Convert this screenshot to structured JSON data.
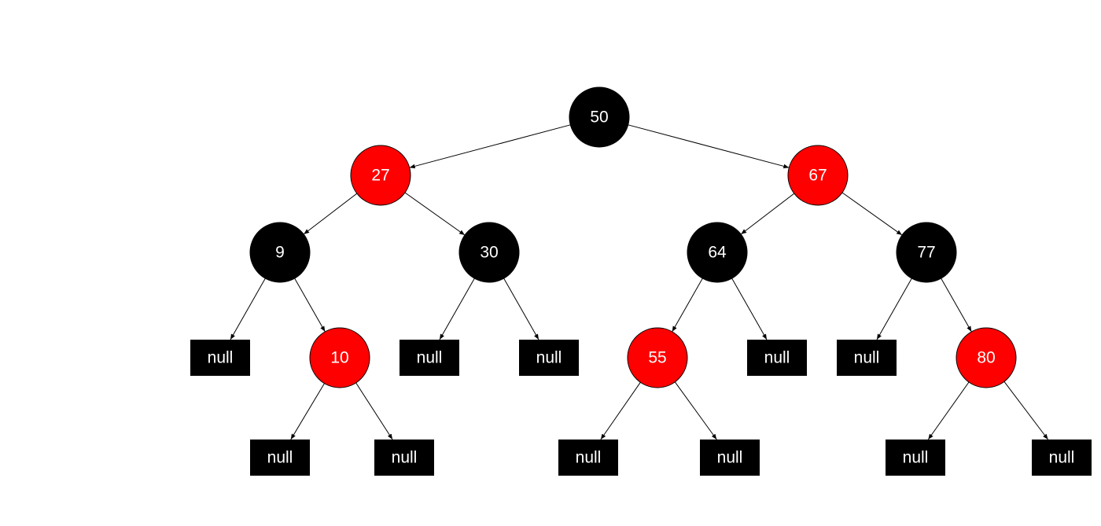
{
  "colors": {
    "red": "#ff0000",
    "black": "#000000",
    "label": "#ffffff",
    "edge": "#000000"
  },
  "tree": {
    "nodes": [
      {
        "id": "n50",
        "label": "50",
        "kind": "circle",
        "color": "black"
      },
      {
        "id": "n27",
        "label": "27",
        "kind": "circle",
        "color": "red"
      },
      {
        "id": "n67",
        "label": "67",
        "kind": "circle",
        "color": "red"
      },
      {
        "id": "n9",
        "label": "9",
        "kind": "circle",
        "color": "black"
      },
      {
        "id": "n30",
        "label": "30",
        "kind": "circle",
        "color": "black"
      },
      {
        "id": "n64",
        "label": "64",
        "kind": "circle",
        "color": "black"
      },
      {
        "id": "n77",
        "label": "77",
        "kind": "circle",
        "color": "black"
      },
      {
        "id": "null-9-left",
        "label": "null",
        "kind": "leaf",
        "color": "black"
      },
      {
        "id": "n10",
        "label": "10",
        "kind": "circle",
        "color": "red"
      },
      {
        "id": "null-30-left",
        "label": "null",
        "kind": "leaf",
        "color": "black"
      },
      {
        "id": "null-30-right",
        "label": "null",
        "kind": "leaf",
        "color": "black"
      },
      {
        "id": "n55",
        "label": "55",
        "kind": "circle",
        "color": "red"
      },
      {
        "id": "null-64-right",
        "label": "null",
        "kind": "leaf",
        "color": "black"
      },
      {
        "id": "null-77-left",
        "label": "null",
        "kind": "leaf",
        "color": "black"
      },
      {
        "id": "n80",
        "label": "80",
        "kind": "circle",
        "color": "red"
      },
      {
        "id": "null-10-left",
        "label": "null",
        "kind": "leaf",
        "color": "black"
      },
      {
        "id": "null-10-right",
        "label": "null",
        "kind": "leaf",
        "color": "black"
      },
      {
        "id": "null-55-left",
        "label": "null",
        "kind": "leaf",
        "color": "black"
      },
      {
        "id": "null-55-right",
        "label": "null",
        "kind": "leaf",
        "color": "black"
      },
      {
        "id": "null-80-left",
        "label": "null",
        "kind": "leaf",
        "color": "black"
      },
      {
        "id": "null-80-right",
        "label": "null",
        "kind": "leaf",
        "color": "black"
      }
    ],
    "edges": [
      [
        "n50",
        "n27"
      ],
      [
        "n50",
        "n67"
      ],
      [
        "n27",
        "n9"
      ],
      [
        "n27",
        "n30"
      ],
      [
        "n67",
        "n64"
      ],
      [
        "n67",
        "n77"
      ],
      [
        "n9",
        "null-9-left"
      ],
      [
        "n9",
        "n10"
      ],
      [
        "n30",
        "null-30-left"
      ],
      [
        "n30",
        "null-30-right"
      ],
      [
        "n64",
        "n55"
      ],
      [
        "n64",
        "null-64-right"
      ],
      [
        "n77",
        "null-77-left"
      ],
      [
        "n77",
        "n80"
      ],
      [
        "n10",
        "null-10-left"
      ],
      [
        "n10",
        "null-10-right"
      ],
      [
        "n55",
        "null-55-left"
      ],
      [
        "n55",
        "null-55-right"
      ],
      [
        "n80",
        "null-80-left"
      ],
      [
        "n80",
        "null-80-right"
      ]
    ]
  }
}
